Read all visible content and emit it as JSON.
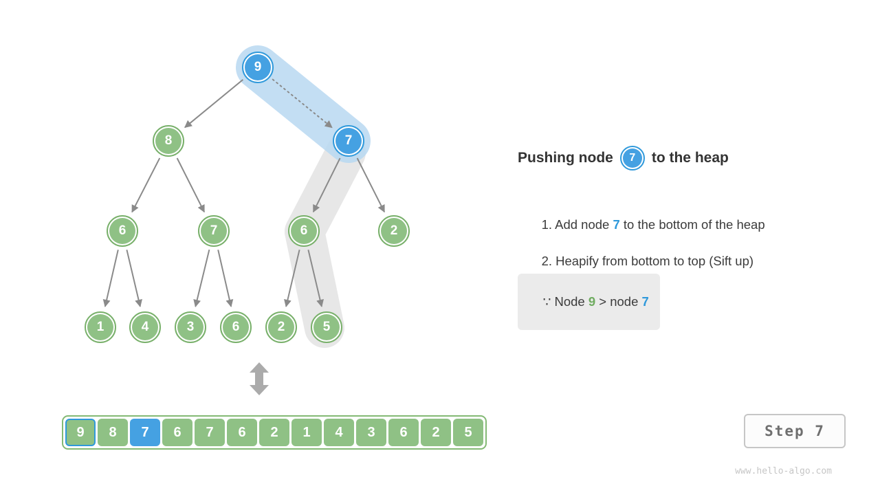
{
  "colors": {
    "node_green_fill": "#8FC185",
    "node_green_ring": "#78B06A",
    "node_blue_fill": "#45A1E2",
    "node_blue_ring": "#2F99DB",
    "capsule_blue": "#B9D9F2",
    "capsule_gray": "#E7E7E7",
    "edge_gray": "#8a8a8a",
    "note_bg": "#EBEBEB",
    "text_dark": "#3b3b3b"
  },
  "tree": {
    "nodes": [
      {
        "value": "9",
        "highlight": "blue"
      },
      {
        "value": "8",
        "highlight": "none"
      },
      {
        "value": "7",
        "highlight": "blue"
      },
      {
        "value": "6",
        "highlight": "none"
      },
      {
        "value": "7",
        "highlight": "none"
      },
      {
        "value": "6",
        "highlight": "none"
      },
      {
        "value": "2",
        "highlight": "none"
      },
      {
        "value": "1",
        "highlight": "none"
      },
      {
        "value": "4",
        "highlight": "none"
      },
      {
        "value": "3",
        "highlight": "none"
      },
      {
        "value": "6",
        "highlight": "none"
      },
      {
        "value": "2",
        "highlight": "none"
      },
      {
        "value": "5",
        "highlight": "none"
      }
    ]
  },
  "panel": {
    "title_prefix": "Pushing node",
    "title_node": "7",
    "title_suffix": "to the heap",
    "step1_pre": "1. Add node ",
    "step1_node": "7",
    "step1_post": " to the bottom of the heap",
    "step2": "2. Heapify from bottom to top (Sift up)",
    "note_prefix": "∵ Node ",
    "note_green": "9",
    "note_mid": " > node ",
    "note_blue": "7"
  },
  "array": {
    "values": [
      "9",
      "8",
      "7",
      "6",
      "7",
      "6",
      "2",
      "1",
      "4",
      "3",
      "6",
      "2",
      "5"
    ],
    "blue_index": 2,
    "outlined_index": 0
  },
  "step_button": {
    "label": "Step 7"
  },
  "footer": {
    "text": "www.hello-algo.com"
  }
}
